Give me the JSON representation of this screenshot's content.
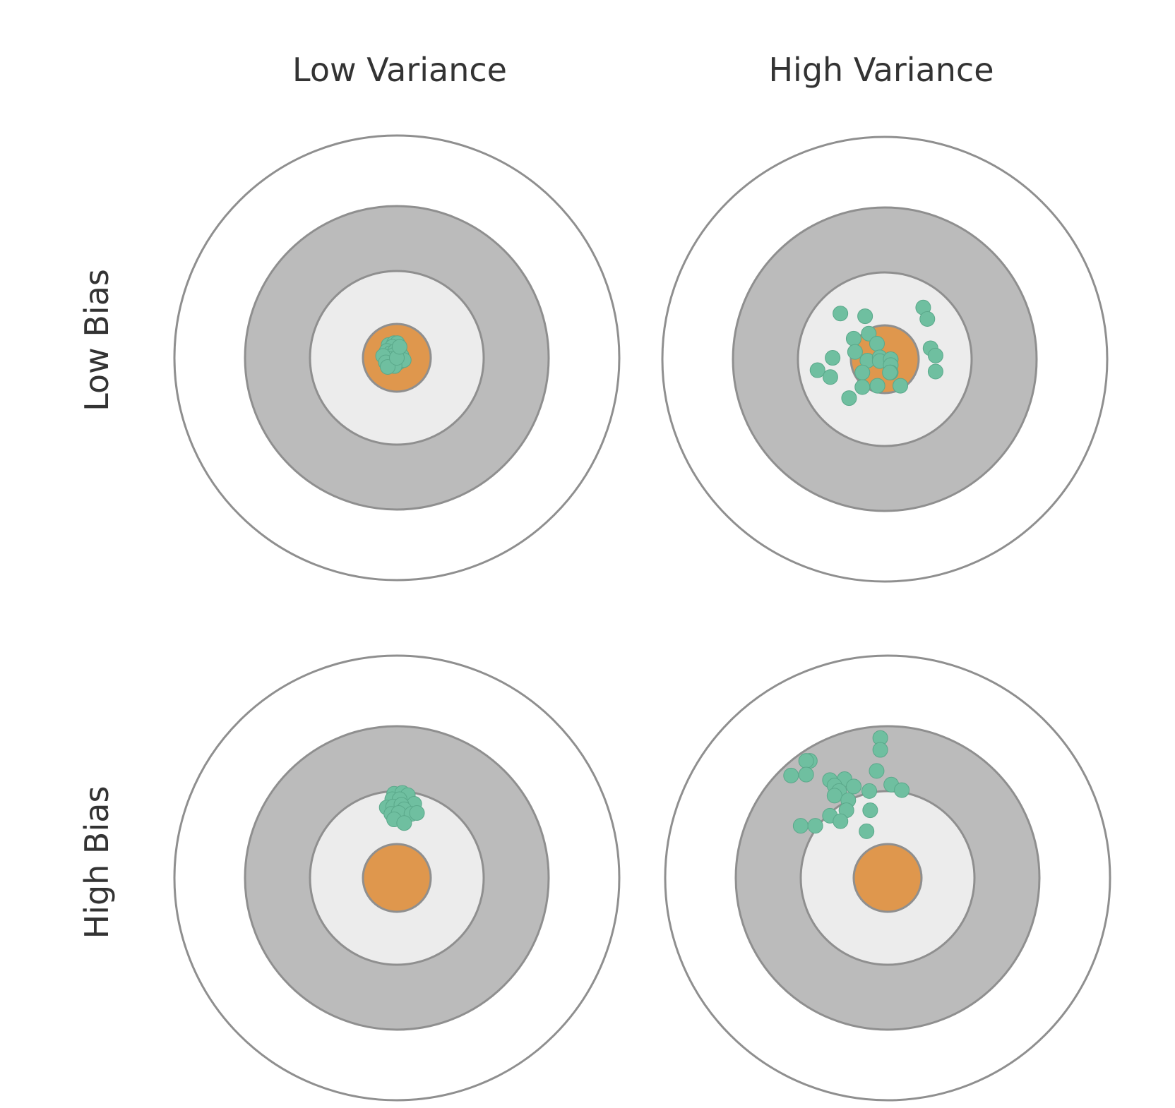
{
  "columns": [
    {
      "label": "Low Variance"
    },
    {
      "label": "High Variance"
    }
  ],
  "rows": [
    {
      "label": "Low Bias"
    },
    {
      "label": "High Bias"
    }
  ],
  "colors": {
    "ring_outer": "#ffffff",
    "ring_middle": "#bbbbbb",
    "ring_inner": "#ececec",
    "bullseye": "#df974d",
    "ring_stroke": "#8f8f8f",
    "point": "#6fbfa0",
    "point_stroke": "#5aa88a",
    "text": "#333333"
  },
  "panels": [
    {
      "row": 0,
      "col": 0,
      "points": [
        [
          -0.18,
          0.28
        ],
        [
          -0.06,
          0.32
        ],
        [
          0.01,
          0.32
        ],
        [
          -0.1,
          0.24
        ],
        [
          -0.22,
          0.15
        ],
        [
          -0.14,
          0.1
        ],
        [
          -0.04,
          0.14
        ],
        [
          0.05,
          0.18
        ],
        [
          0.1,
          0.05
        ],
        [
          -0.08,
          0.05
        ],
        [
          -0.17,
          -0.02
        ],
        [
          -0.3,
          0.04
        ],
        [
          -0.24,
          -0.1
        ],
        [
          0.04,
          -0.1
        ],
        [
          0.15,
          -0.05
        ],
        [
          -0.05,
          -0.18
        ],
        [
          -0.2,
          -0.2
        ],
        [
          0.0,
          0.0
        ],
        [
          0.06,
          0.24
        ]
      ]
    },
    {
      "row": 0,
      "col": 1,
      "points": [
        [
          -0.97,
          1.0
        ],
        [
          -0.43,
          0.94
        ],
        [
          0.84,
          1.13
        ],
        [
          0.93,
          0.88
        ],
        [
          -0.35,
          0.56
        ],
        [
          -0.68,
          0.45
        ],
        [
          -0.17,
          0.34
        ],
        [
          -0.65,
          0.16
        ],
        [
          1.0,
          0.24
        ],
        [
          1.11,
          0.08
        ],
        [
          -0.38,
          -0.03
        ],
        [
          -1.14,
          0.03
        ],
        [
          -1.47,
          -0.24
        ],
        [
          -0.11,
          0.04
        ],
        [
          -0.11,
          -0.04
        ],
        [
          0.13,
          0.0
        ],
        [
          0.13,
          -0.13
        ],
        [
          1.11,
          -0.27
        ],
        [
          0.13,
          -0.29
        ],
        [
          -1.19,
          -0.39
        ],
        [
          -0.49,
          -0.29
        ],
        [
          -0.49,
          -0.61
        ],
        [
          -0.16,
          -0.58
        ],
        [
          0.34,
          -0.58
        ],
        [
          -0.78,
          -0.85
        ],
        [
          0.11,
          -0.29
        ]
      ]
    },
    {
      "row": 1,
      "col": 0,
      "points": [
        [
          -0.06,
          1.84
        ],
        [
          0.12,
          1.86
        ],
        [
          0.24,
          1.81
        ],
        [
          -0.1,
          1.72
        ],
        [
          0.06,
          1.72
        ],
        [
          0.38,
          1.62
        ],
        [
          -0.22,
          1.54
        ],
        [
          -0.08,
          1.56
        ],
        [
          0.1,
          1.6
        ],
        [
          0.16,
          1.5
        ],
        [
          -0.12,
          1.4
        ],
        [
          0.04,
          1.42
        ],
        [
          0.32,
          1.4
        ],
        [
          0.44,
          1.42
        ],
        [
          -0.06,
          1.28
        ],
        [
          0.16,
          1.2
        ]
      ]
    },
    {
      "row": 1,
      "col": 2,
      "points": []
    },
    {
      "row": 1,
      "col": 1,
      "points": [
        [
          -0.16,
          3.06
        ],
        [
          -0.16,
          2.8
        ],
        [
          -1.7,
          2.56
        ],
        [
          -1.78,
          2.56
        ],
        [
          -2.11,
          2.24
        ],
        [
          -1.78,
          2.26
        ],
        [
          -0.24,
          2.34
        ],
        [
          -1.26,
          2.14
        ],
        [
          -0.94,
          2.16
        ],
        [
          -1.16,
          2.02
        ],
        [
          -0.74,
          2.0
        ],
        [
          -1.06,
          1.9
        ],
        [
          -1.16,
          1.8
        ],
        [
          -0.4,
          1.9
        ],
        [
          0.08,
          2.04
        ],
        [
          0.31,
          1.92
        ],
        [
          -0.86,
          1.7
        ],
        [
          -0.9,
          1.48
        ],
        [
          -0.38,
          1.48
        ],
        [
          -1.26,
          1.36
        ],
        [
          -1.03,
          1.24
        ],
        [
          -1.9,
          1.14
        ],
        [
          -1.58,
          1.14
        ],
        [
          -0.46,
          1.02
        ]
      ]
    }
  ]
}
